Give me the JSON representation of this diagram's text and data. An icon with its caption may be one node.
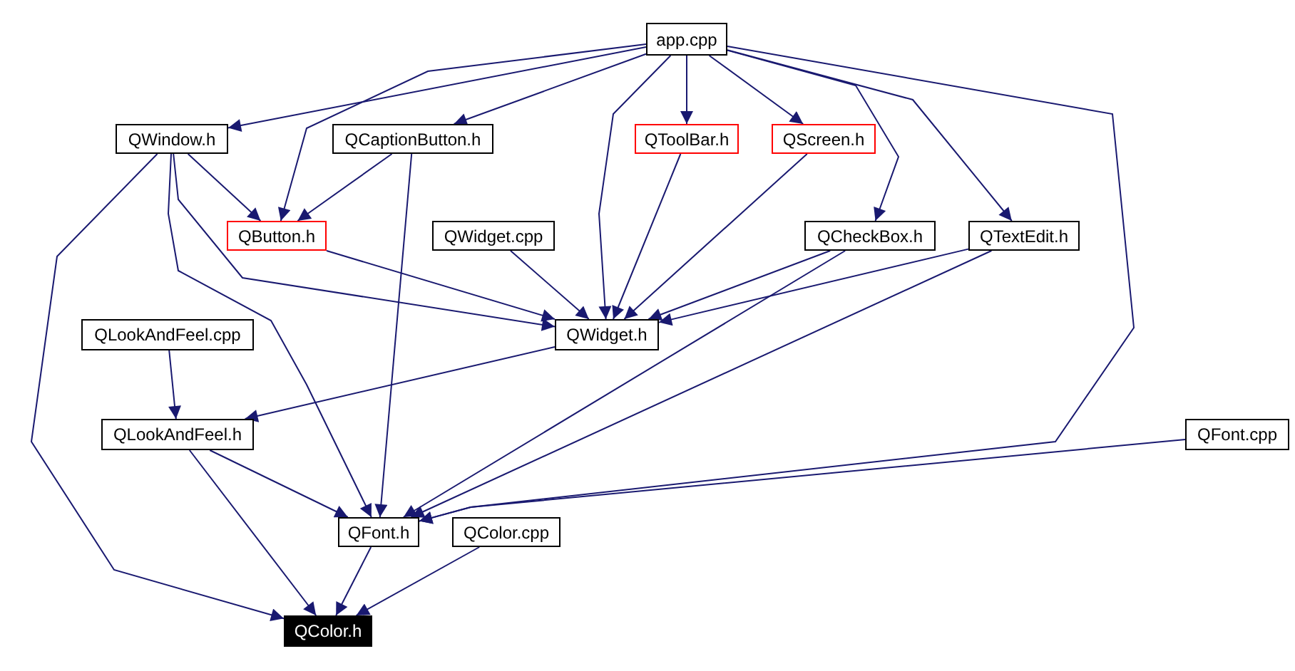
{
  "diagram": {
    "nodes": [
      {
        "text": [
          "app.cpp"
        ]
      },
      {
        "text": [
          "QWindow.h"
        ]
      },
      {
        "text": [
          "QCaptionButton.h"
        ]
      },
      {
        "text": [
          "QToolBar.h"
        ]
      },
      {
        "text": [
          "QScreen.h"
        ]
      },
      {
        "text": [
          "QButton.h"
        ]
      },
      {
        "text": [
          "QWidget.cpp"
        ]
      },
      {
        "text": [
          "QCheckBox.h"
        ]
      },
      {
        "text": [
          "QTextEdit.h"
        ]
      },
      {
        "text": [
          "QLookAndFeel.cpp"
        ]
      },
      {
        "text": [
          "QWidget.h"
        ]
      },
      {
        "text": [
          "QLookAndFeel.h"
        ]
      },
      {
        "text": [
          "QFont.cpp"
        ]
      },
      {
        "text": [
          "QFont.h"
        ]
      },
      {
        "text": [
          "QColor.cpp"
        ]
      },
      {
        "text": [
          "QColor.h"
        ]
      }
    ],
    "edges": [
      {
        "from": 0,
        "to": 1,
        "arrow": "to"
      },
      {
        "from": 0,
        "to": 5,
        "arrow": "to"
      },
      {
        "from": 0,
        "to": 2,
        "arrow": "to"
      },
      {
        "from": 0,
        "to": 10,
        "arrow": "to"
      },
      {
        "from": 0,
        "to": 3,
        "arrow": "to"
      },
      {
        "from": 0,
        "to": 4,
        "arrow": "to"
      },
      {
        "from": 0,
        "to": 7,
        "arrow": "to"
      },
      {
        "from": 0,
        "to": 8,
        "arrow": "to"
      },
      {
        "from": 0,
        "to": 13,
        "arrow": "to"
      },
      {
        "from": 1,
        "to": 5,
        "arrow": "to"
      },
      {
        "from": 1,
        "to": 10,
        "arrow": "to"
      },
      {
        "from": 1,
        "to": 13,
        "arrow": "to"
      },
      {
        "from": 1,
        "to": 15,
        "arrow": "to"
      },
      {
        "from": 2,
        "to": 5,
        "arrow": "to"
      },
      {
        "from": 2,
        "to": 13,
        "arrow": "to"
      },
      {
        "from": 3,
        "to": 10,
        "arrow": "to"
      },
      {
        "from": 4,
        "to": 10,
        "arrow": "to"
      },
      {
        "from": 5,
        "to": 10,
        "arrow": "to"
      },
      {
        "from": 6,
        "to": 10,
        "arrow": "to"
      },
      {
        "from": 7,
        "to": 10,
        "arrow": "to"
      },
      {
        "from": 7,
        "to": 13,
        "arrow": "to"
      },
      {
        "from": 8,
        "to": 10,
        "arrow": "to"
      },
      {
        "from": 8,
        "to": 13,
        "arrow": "to"
      },
      {
        "from": 9,
        "to": 11,
        "arrow": "to"
      },
      {
        "from": 10,
        "to": 11,
        "arrow": "to"
      },
      {
        "from": 11,
        "to": 13,
        "arrow": "to"
      },
      {
        "from": 11,
        "to": 15,
        "arrow": "to"
      },
      {
        "from": 12,
        "to": 13,
        "arrow": "to"
      },
      {
        "from": 13,
        "to": 15,
        "arrow": "to"
      },
      {
        "from": 14,
        "to": 15,
        "arrow": "to"
      }
    ]
  }
}
